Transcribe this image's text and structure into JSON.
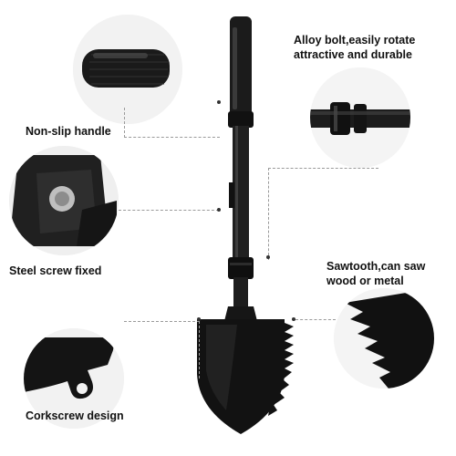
{
  "features": {
    "handle": "Non-slip handle",
    "bolt_line1": "Alloy bolt,easily rotate",
    "bolt_line2": "attractive and durable",
    "screw": "Steel screw fixed",
    "saw_line1": "Sawtooth,can saw",
    "saw_line2": "wood or metal",
    "corkscrew": "Corkscrew design"
  },
  "icons": [
    "handle-grip-icon",
    "alloy-bolt-icon",
    "steel-screw-icon",
    "sawtooth-icon",
    "corkscrew-icon",
    "shovel-icon"
  ],
  "colors": {
    "product": "#151515",
    "background": "#ffffff",
    "leader": "#9a9a9a"
  }
}
